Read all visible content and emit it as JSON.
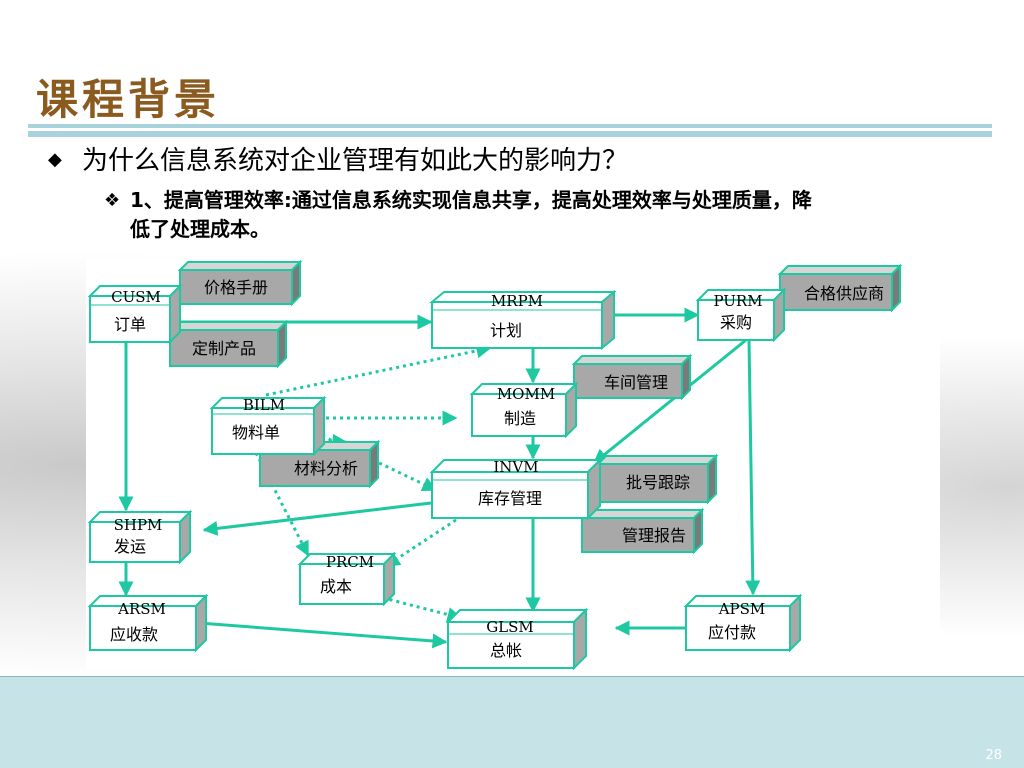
{
  "slide": {
    "title": "课程背景",
    "bullet1": "为什么信息系统对企业管理有如此大的影响力？",
    "bullet1_mark": "◆",
    "bullet2_mark": "❖",
    "bullet2": "1、提高管理效率:通过信息系统实现信息共享，提高处理效率与处理质量，降低了处理成本。",
    "page_number": "28"
  },
  "modules": {
    "cusm": {
      "code": "CUSM",
      "name": "订单"
    },
    "mrpm": {
      "code": "MRPM",
      "name": "计划"
    },
    "purm": {
      "code": "PURM",
      "name": "采购"
    },
    "bilm": {
      "code": "BILM",
      "name": "物料单"
    },
    "momm": {
      "code": "MOMM",
      "name": "制造"
    },
    "invm": {
      "code": "INVM",
      "name": "库存管理"
    },
    "shpm": {
      "code": "SHPM",
      "name": "发运"
    },
    "prcm": {
      "code": "PRCM",
      "name": "成本"
    },
    "arsm": {
      "code": "ARSM",
      "name": "应收款"
    },
    "glsm": {
      "code": "GLSM",
      "name": "总帐"
    },
    "apsm": {
      "code": "APSM",
      "name": "应付款"
    }
  },
  "side_boxes": {
    "price_manual": "价格手册",
    "custom_product": "定制产品",
    "qualified_supplier": "合格供应商",
    "shop_management": "车间管理",
    "material_analysis": "材料分析",
    "batch_tracking": "批号跟踪",
    "management_report": "管理报告"
  },
  "colors": {
    "flow_line": "#1ec8a0",
    "box_border": "#1ec8a0",
    "side_box_fill": "#a8a8a8",
    "title": "#8a5a1f",
    "footer": "#c6e4e8"
  }
}
